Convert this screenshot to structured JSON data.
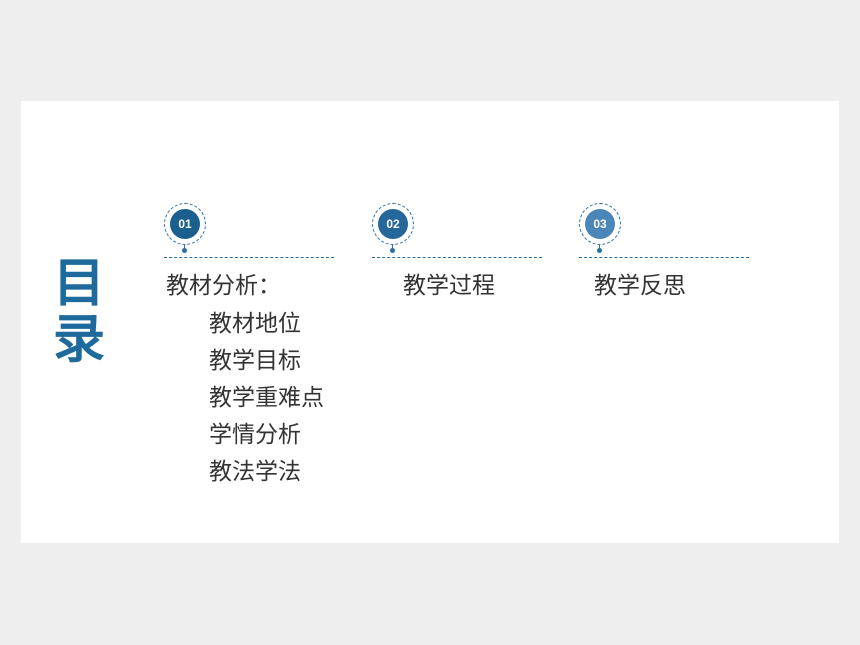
{
  "title": {
    "line1": "目",
    "line2": "录"
  },
  "sections": [
    {
      "number": "01",
      "label": "教材分析：",
      "color": "#1b5f8f",
      "items": [
        "教材地位",
        "教学目标",
        "教学重难点",
        "学情分析",
        "教法学法"
      ]
    },
    {
      "number": "02",
      "label": "教学过程",
      "color": "#25679a",
      "items": []
    },
    {
      "number": "03",
      "label": "教学反思",
      "color": "#4a86b8",
      "items": []
    }
  ],
  "colors": {
    "accent": "#1e6a9c",
    "text": "#333333",
    "background": "#eeeeee",
    "slide": "#ffffff"
  }
}
